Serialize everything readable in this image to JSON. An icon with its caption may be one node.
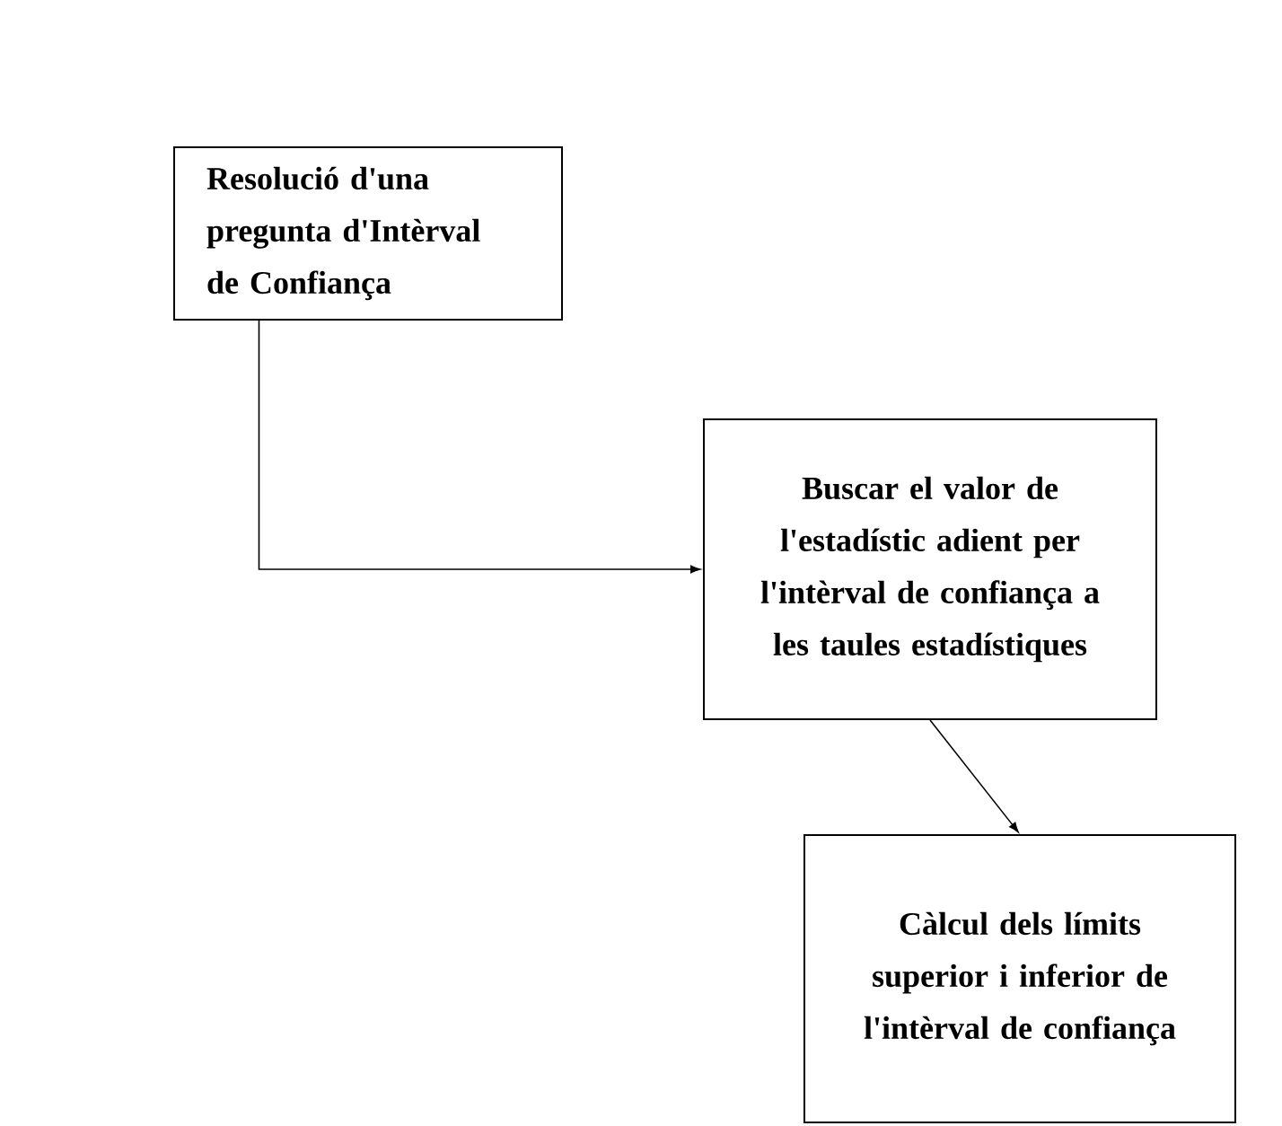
{
  "diagram": {
    "nodes": [
      {
        "text": [
          "Resolució d'una pregunta d'Intèrval de Confiança"
        ]
      },
      {
        "text": [
          "Buscar el valor de l'estadístic adient per l'intèrval de confiança a les taules estadístiques"
        ]
      },
      {
        "text": [
          "Càlcul dels límits superior i inferior de l'intèrval de confiança"
        ]
      }
    ],
    "edges": [
      {
        "from": 0,
        "to": 1,
        "arrow": "to"
      },
      {
        "from": 1,
        "to": 2,
        "arrow": "to"
      }
    ]
  }
}
